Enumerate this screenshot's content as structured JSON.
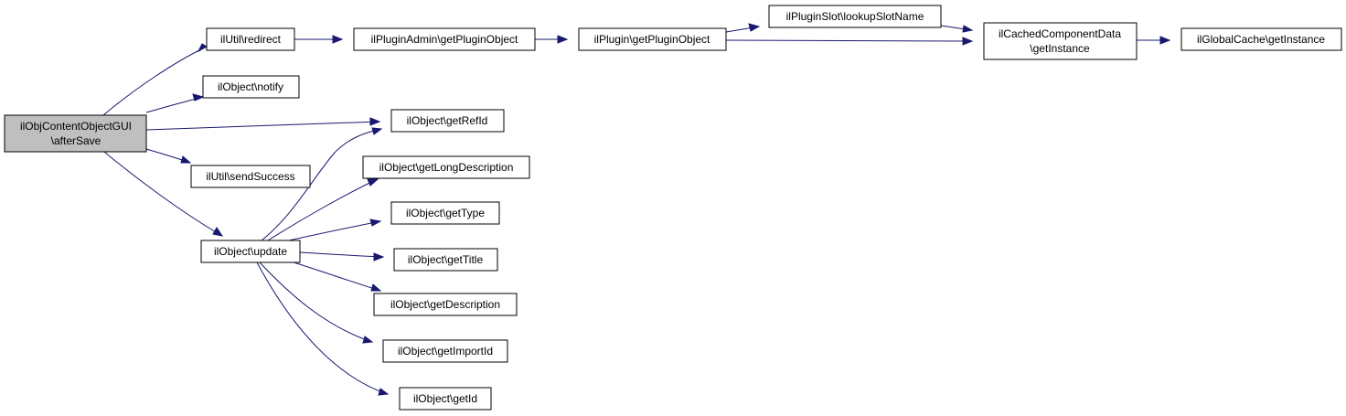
{
  "nodes": {
    "after_save": [
      "ilObjContentObjectGUI",
      "\\afterSave"
    ],
    "redirect": [
      "ilUtil\\redirect"
    ],
    "plugin_admin": [
      "ilPluginAdmin\\getPluginObject"
    ],
    "plugin": [
      "ilPlugin\\getPluginObject"
    ],
    "lookup_slot": [
      "ilPluginSlot\\lookupSlotName"
    ],
    "cached_component": [
      "ilCachedComponentData",
      "\\getInstance"
    ],
    "global_cache": [
      "ilGlobalCache\\getInstance"
    ],
    "notify": [
      "ilObject\\notify"
    ],
    "get_ref_id": [
      "ilObject\\getRefId"
    ],
    "send_success": [
      "ilUtil\\sendSuccess"
    ],
    "get_long_description": [
      "ilObject\\getLongDescription"
    ],
    "update": [
      "ilObject\\update"
    ],
    "get_type": [
      "ilObject\\getType"
    ],
    "get_title": [
      "ilObject\\getTitle"
    ],
    "get_description": [
      "ilObject\\getDescription"
    ],
    "get_import_id": [
      "ilObject\\getImportId"
    ],
    "get_id": [
      "ilObject\\getId"
    ]
  },
  "colors": {
    "edge": "#191970",
    "root_fill": "#bfbfbf",
    "node_fill": "#ffffff",
    "node_border": "#000000"
  }
}
